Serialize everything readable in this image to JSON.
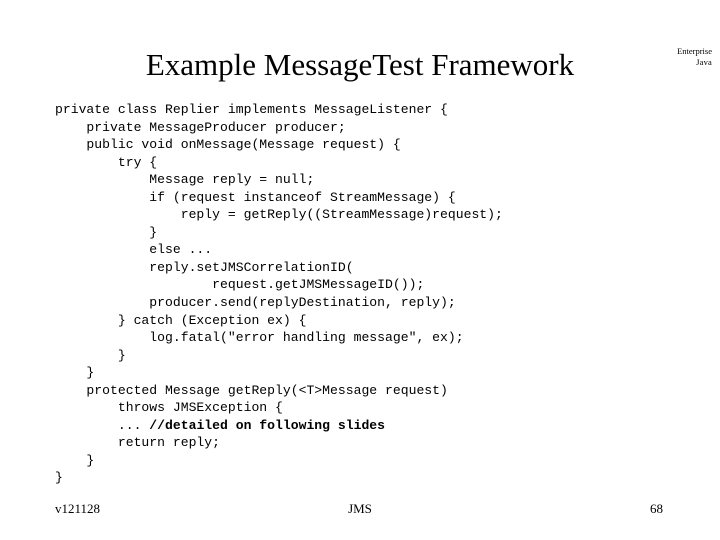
{
  "slide": {
    "title": "Example MessageTest Framework",
    "background_color": "#ffffff",
    "text_color": "#000000"
  },
  "brand": {
    "line1": "Enterprise",
    "line2": "Java"
  },
  "code": {
    "language": "java",
    "lines": [
      "private class Replier implements MessageListener {",
      "    private MessageProducer producer;",
      "    public void onMessage(Message request) {",
      "        try {",
      "            Message reply = null;",
      "            if (request instanceof StreamMessage) {",
      "                reply = getReply((StreamMessage)request);",
      "            }",
      "            else ...",
      "            reply.setJMSCorrelationID(",
      "                    request.getJMSMessageID());",
      "            producer.send(replyDestination, reply);",
      "        } catch (Exception ex) {",
      "            log.fatal(\"error handling message\", ex);",
      "        }",
      "    }",
      "    protected Message getReply(<T>Message request)",
      "        throws JMSException {",
      "        ... //detailed on following slides",
      "        return reply;",
      "    }",
      "}"
    ],
    "bold_segments": {
      "18": {
        "plain_prefix": "        ... ",
        "bold_text": "//detailed on following slides"
      }
    }
  },
  "footer": {
    "version": "v121128",
    "topic": "JMS",
    "page_number": "68"
  }
}
